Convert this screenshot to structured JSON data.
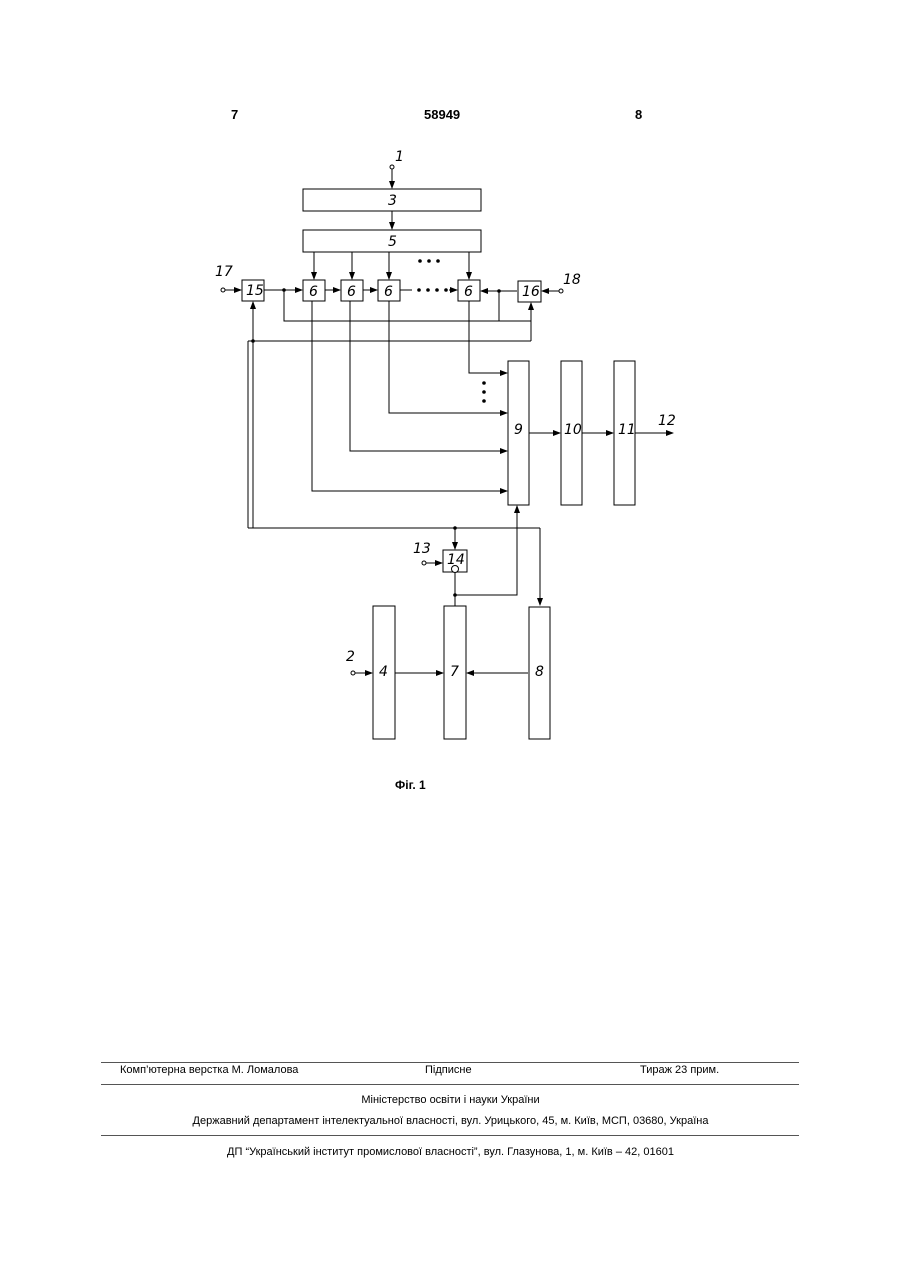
{
  "header": {
    "page_left": "7",
    "patent_number": "58949",
    "page_right": "8"
  },
  "figure": {
    "caption": "Фіг. 1",
    "labels": {
      "in1": "1",
      "b3": "3",
      "b5": "5",
      "b6": "6",
      "b15": "15",
      "b16": "16",
      "in17": "17",
      "in18": "18",
      "b9": "9",
      "b10": "10",
      "b11": "11",
      "out12": "12",
      "in13": "13",
      "b14": "14",
      "in2": "2",
      "b4": "4",
      "b7": "7",
      "b8": "8"
    }
  },
  "footer": {
    "layout": "Комп’ютерна верстка М. Ломалова",
    "signed": "Підписне",
    "copies": "Тираж 23 прим.",
    "ministry": "Міністерство освіти і науки України",
    "department": "Державний департамент інтелектуальної власності, вул. Урицького, 45, м. Київ, МСП, 03680, Україна",
    "institute": "ДП “Український інститут промислової власності”, вул. Глазунова, 1, м. Київ – 42, 01601"
  }
}
